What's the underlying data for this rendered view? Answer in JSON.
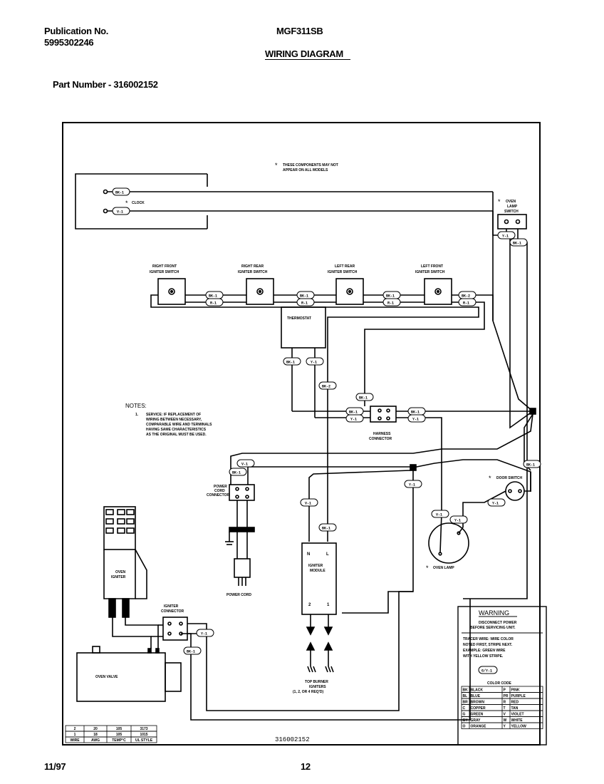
{
  "header": {
    "publication_label": "Publication No.",
    "publication_number": "5995302246",
    "model": "MGF311SB",
    "title": "WIRING DIAGRAM",
    "part_number": "Part Number - 316002152"
  },
  "footer": {
    "date": "11/97",
    "page": "12"
  },
  "diagram": {
    "asterisk_note_1": "THESE COMPONENTS MAY NOT",
    "asterisk_note_2": "APPEAR ON ALL MODELS",
    "clock": "CLOCK",
    "oven_lamp_switch_1": "OVEN",
    "oven_lamp_switch_2": "LAMP",
    "oven_lamp_switch_3": "SWITCH",
    "rf_1": "RIGHT FRONT",
    "rf_2": "IGNITER SWITCH",
    "rr_1": "RIGHT REAR",
    "rr_2": "IGNITER SWITCH",
    "lr_1": "LEFT REAR",
    "lr_2": "IGNITER SWITCH",
    "lf_1": "LEFT FRONT",
    "lf_2": "IGNITER SWITCH",
    "thermostat": "THERMOSTAT",
    "notes": "NOTES:",
    "note_num": "1.",
    "note_1": "SERVICE:  IF REPLACEMENT OF",
    "note_2": "WIRING BETWEEN NECESSARY,",
    "note_3": "COMPARABLE WIRE AND TERMINALS",
    "note_4": "HAVING SAME CHARACTERISTICS",
    "note_5": "AS THE ORIGINAL MUST BE USED.",
    "harness_1": "HARNESS",
    "harness_2": "CONNECTOR",
    "power_cord_conn_1": "POWER",
    "power_cord_conn_2": "CORD",
    "power_cord_conn_3": "CONNECTOR",
    "power_cord": "POWER CORD",
    "door_switch": "DOOR SWITCH",
    "oven_lamp": "OVEN LAMP",
    "oven_igniter_1": "OVEN",
    "oven_igniter_2": "IGNITER",
    "igniter_conn_1": "IGNITER",
    "igniter_conn_2": "CONNECTOR",
    "oven_valve": "OVEN VALVE",
    "igniter_module_1": "IGNITER",
    "igniter_module_2": "MODULE",
    "module_n": "N",
    "module_l": "L",
    "module_2": "2",
    "module_1": "1",
    "top_burner_1": "TOP BURNER",
    "top_burner_2": "IGNITERS",
    "top_burner_3": "(1, 2, OR 4 REQ'D)",
    "drawing_number": "316002152",
    "asterisk": "*"
  },
  "wire_labels": {
    "clock_1": "BK-1",
    "clock_2": "V-1",
    "lamp_sw_1": "Y-1",
    "lamp_sw_2": "BK-1",
    "rf_a": "BK-1",
    "rf_b": "R-1",
    "rr_a": "BK-1",
    "rr_b": "R-1",
    "lr_a": "BK-1",
    "lr_b": "R-1",
    "lf_a": "BK-2",
    "lf_b": "R-1",
    "thermo_a": "BK-1",
    "thermo_b": "Y-1",
    "mod_l": "BK-2",
    "harn_top": "BK-1",
    "harn_l1": "BK-1",
    "harn_l2": "Y-1",
    "harn_r1": "BK-1",
    "harn_r2": "Y-1",
    "pc_top": "BK-1",
    "pc_v": "V-1",
    "mod_n_wire": "V-1",
    "mod_l_wire": "BK-1",
    "junction_down": "Y-1",
    "door_a": "BK-1",
    "door_b": "Y-1",
    "lamp_a": "V-1",
    "lamp_b": "Y-1",
    "ig_a": "Y-1",
    "ig_b": "BK-1",
    "warning_example": "G/Y-1"
  },
  "warning": {
    "title": "WARNING",
    "line1": "DISCONNECT POWER",
    "line2": "BEFORE SERVICING UNIT.",
    "tracer_1": "TRACER WIRE:  WIRE COLOR",
    "tracer_2": "NOTED FIRST, STRIPE NEXT.",
    "tracer_3": "EXAMPLE:  GREEN WIRE",
    "tracer_4": "WITH YELLOW STRIPE.",
    "color_code_title": "COLOR CODE"
  },
  "color_code": [
    {
      "code": "BK",
      "name": "BLACK",
      "code2": "P",
      "name2": "PINK"
    },
    {
      "code": "BL",
      "name": "BLUE",
      "code2": "PR",
      "name2": "PURPLE"
    },
    {
      "code": "BR",
      "name": "BROWN",
      "code2": "R",
      "name2": "RED"
    },
    {
      "code": "C",
      "name": "COPPER",
      "code2": "T",
      "name2": "TAN"
    },
    {
      "code": "G",
      "name": "GREEN",
      "code2": "V",
      "name2": "VIOLET"
    },
    {
      "code": "GY",
      "name": "GRAY",
      "code2": "W",
      "name2": "WHITE"
    },
    {
      "code": "O",
      "name": "ORANGE",
      "code2": "Y",
      "name2": "YELLOW"
    }
  ],
  "wire_table": {
    "rows": [
      [
        "2",
        "20",
        "105",
        "3173"
      ],
      [
        "1",
        "18",
        "105",
        "1015"
      ],
      [
        "WIRE",
        "AWG",
        "TEMP°C",
        "UL STYLE"
      ]
    ]
  }
}
